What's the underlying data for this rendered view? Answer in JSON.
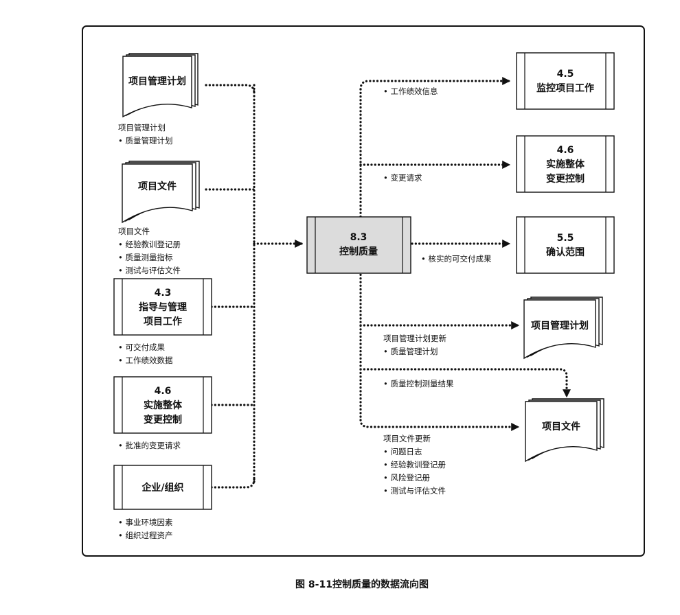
{
  "inputs": {
    "pmp": {
      "title": "项目管理计划",
      "notes": [
        "项目管理计划",
        "•  质量管理计划"
      ]
    },
    "docs": {
      "title": "项目文件",
      "notes": [
        "项目文件",
        "•  经验教训登记册",
        "•  质量测量指标",
        "•  测试与评估文件"
      ]
    },
    "p43": {
      "title": [
        "4.3",
        "指导与管理",
        "项目工作"
      ],
      "notes": [
        "•  可交付成果",
        "•  工作绩效数据"
      ]
    },
    "p46": {
      "title": [
        "4.6",
        "实施整体",
        "变更控制"
      ],
      "notes": [
        "•  批准的变更请求"
      ]
    },
    "org": {
      "title": "企业/组织",
      "notes": [
        "•  事业环境因素",
        "•  组织过程资产"
      ]
    }
  },
  "center": {
    "title": [
      "8.3",
      "控制质量"
    ]
  },
  "outputs": {
    "p45": {
      "title": [
        "4.5",
        "监控项目工作"
      ],
      "label": "•  工作绩效信息"
    },
    "p46": {
      "title": [
        "4.6",
        "实施整体",
        "变更控制"
      ],
      "label": "•  变更请求"
    },
    "p55": {
      "title": [
        "5.5",
        "确认范围"
      ],
      "label": "•  核实的可交付成果"
    },
    "pmp": {
      "title": "项目管理计划",
      "label": [
        "项目管理计划更新",
        "•  质量管理计划"
      ]
    },
    "docs": {
      "title": "项目文件",
      "label_top": "•  质量控制测量结果",
      "label": [
        "项目文件更新",
        "•  问题日志",
        "•  经验教训登记册",
        "•  风险登记册",
        "•  测试与评估文件"
      ]
    }
  },
  "caption": "图 8-11控制质量的数据流向图"
}
